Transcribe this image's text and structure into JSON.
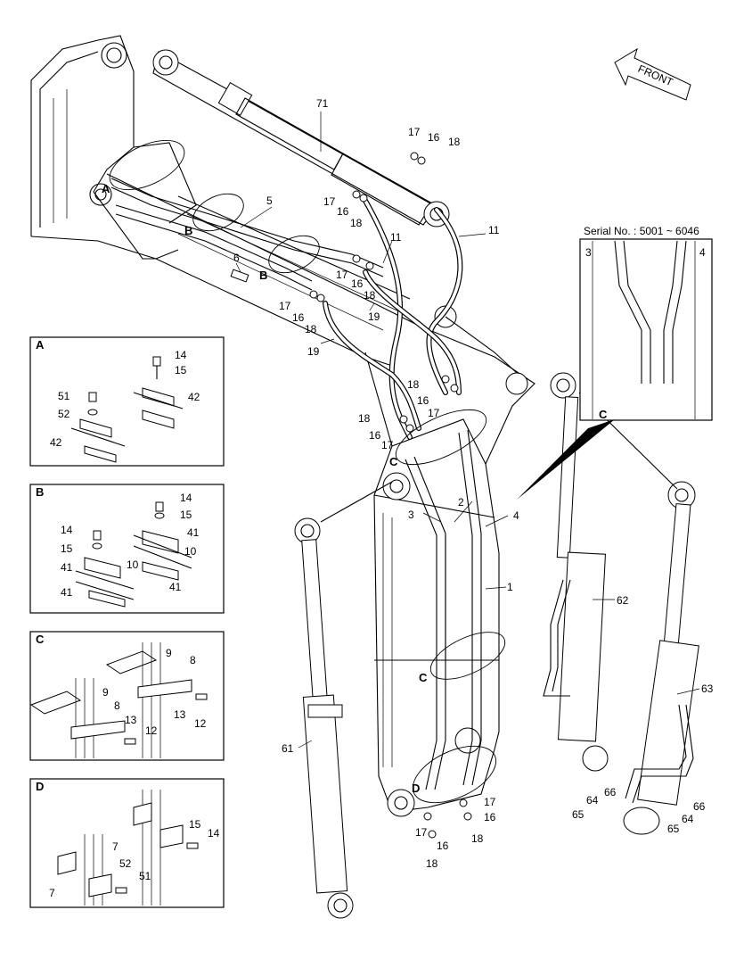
{
  "front_label": "FRONT",
  "serial_label": "Serial No. : 5001 ~ 6046",
  "callouts": {
    "n71": "71",
    "n17a": "17",
    "n16a": "16",
    "n18a": "18",
    "n5": "5",
    "n11a": "11",
    "n11b": "11",
    "n6": "6",
    "n17b": "17",
    "n16b": "16",
    "n18b": "18",
    "n17c": "17",
    "n16c": "16",
    "n18c": "18",
    "n19a": "19",
    "n17d": "17",
    "n16d": "16",
    "n18d": "18",
    "n19b": "19",
    "n18e": "18",
    "n16e": "16",
    "n17e": "17",
    "n18f": "18",
    "n16f": "16",
    "n17f": "17",
    "n2": "2",
    "n3": "3",
    "n4": "4",
    "n1": "1",
    "n61": "61",
    "n62": "62",
    "n63": "63",
    "n17g": "17",
    "n16g": "16",
    "n18g": "18",
    "n17h": "17",
    "n16h": "16",
    "n18h": "18",
    "n64a": "64",
    "n66a": "66",
    "n65a": "65",
    "n66b": "66",
    "n64b": "64",
    "n65b": "65",
    "ins3": "3",
    "ins4": "4"
  },
  "section_letters": {
    "A1": "A",
    "B1": "B",
    "B2": "B",
    "C1": "C",
    "C2": "C",
    "C3": "C",
    "D1": "D"
  },
  "detail_boxes": {
    "A": {
      "title": "A",
      "labels": [
        "14",
        "15",
        "42",
        "51",
        "52",
        "42"
      ]
    },
    "B": {
      "title": "B",
      "labels": [
        "14",
        "15",
        "41",
        "10",
        "14",
        "15",
        "41",
        "10",
        "41",
        "41"
      ]
    },
    "C": {
      "title": "C",
      "labels": [
        "9",
        "8",
        "9",
        "8",
        "13",
        "12",
        "13",
        "12"
      ]
    },
    "D": {
      "title": "D",
      "labels": [
        "15",
        "14",
        "7",
        "52",
        "51",
        "7"
      ]
    }
  }
}
